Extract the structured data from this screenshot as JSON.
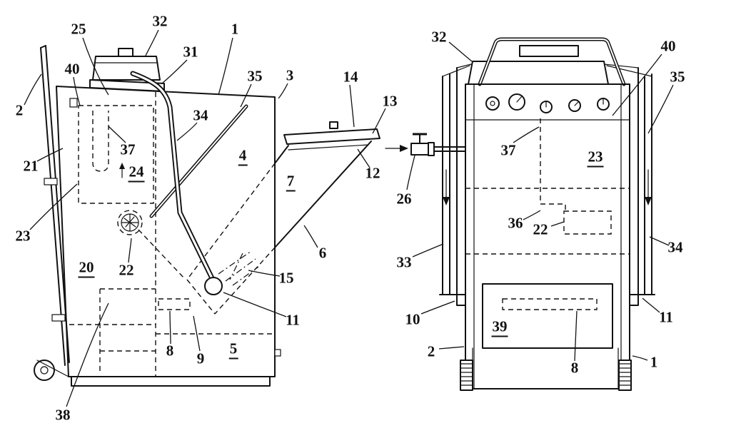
{
  "page": {
    "background": "#ffffff",
    "line_color": "#111111",
    "type": "patent-style technical drawing, two views of an apparatus"
  },
  "figures": {
    "left": {
      "name": "side elevation view",
      "labels": [
        {
          "text": "25",
          "underlined": false
        },
        {
          "text": "32",
          "underlined": false
        },
        {
          "text": "1",
          "underlined": false
        },
        {
          "text": "31",
          "underlined": false
        },
        {
          "text": "40",
          "underlined": false
        },
        {
          "text": "35",
          "underlined": false
        },
        {
          "text": "3",
          "underlined": false
        },
        {
          "text": "14",
          "underlined": false
        },
        {
          "text": "2",
          "underlined": false
        },
        {
          "text": "13",
          "underlined": false
        },
        {
          "text": "34",
          "underlined": false
        },
        {
          "text": "37",
          "underlined": false
        },
        {
          "text": "4",
          "underlined": true
        },
        {
          "text": "21",
          "underlined": false
        },
        {
          "text": "24",
          "underlined": true
        },
        {
          "text": "7",
          "underlined": true
        },
        {
          "text": "12",
          "underlined": false
        },
        {
          "text": "23",
          "underlined": false
        },
        {
          "text": "20",
          "underlined": true
        },
        {
          "text": "22",
          "underlined": false
        },
        {
          "text": "6",
          "underlined": false
        },
        {
          "text": "15",
          "underlined": false
        },
        {
          "text": "11",
          "underlined": false
        },
        {
          "text": "8",
          "underlined": false
        },
        {
          "text": "9",
          "underlined": false
        },
        {
          "text": "5",
          "underlined": true
        },
        {
          "text": "38",
          "underlined": false
        }
      ]
    },
    "right": {
      "name": "front elevation view",
      "labels": [
        {
          "text": "32",
          "underlined": false
        },
        {
          "text": "40",
          "underlined": false
        },
        {
          "text": "35",
          "underlined": false
        },
        {
          "text": "37",
          "underlined": false
        },
        {
          "text": "23",
          "underlined": true
        },
        {
          "text": "26",
          "underlined": false
        },
        {
          "text": "36",
          "underlined": false
        },
        {
          "text": "22",
          "underlined": false
        },
        {
          "text": "33",
          "underlined": false
        },
        {
          "text": "34",
          "underlined": false
        },
        {
          "text": "10",
          "underlined": false
        },
        {
          "text": "11",
          "underlined": false
        },
        {
          "text": "2",
          "underlined": false
        },
        {
          "text": "39",
          "underlined": true
        },
        {
          "text": "8",
          "underlined": false
        },
        {
          "text": "1",
          "underlined": false
        }
      ]
    }
  }
}
